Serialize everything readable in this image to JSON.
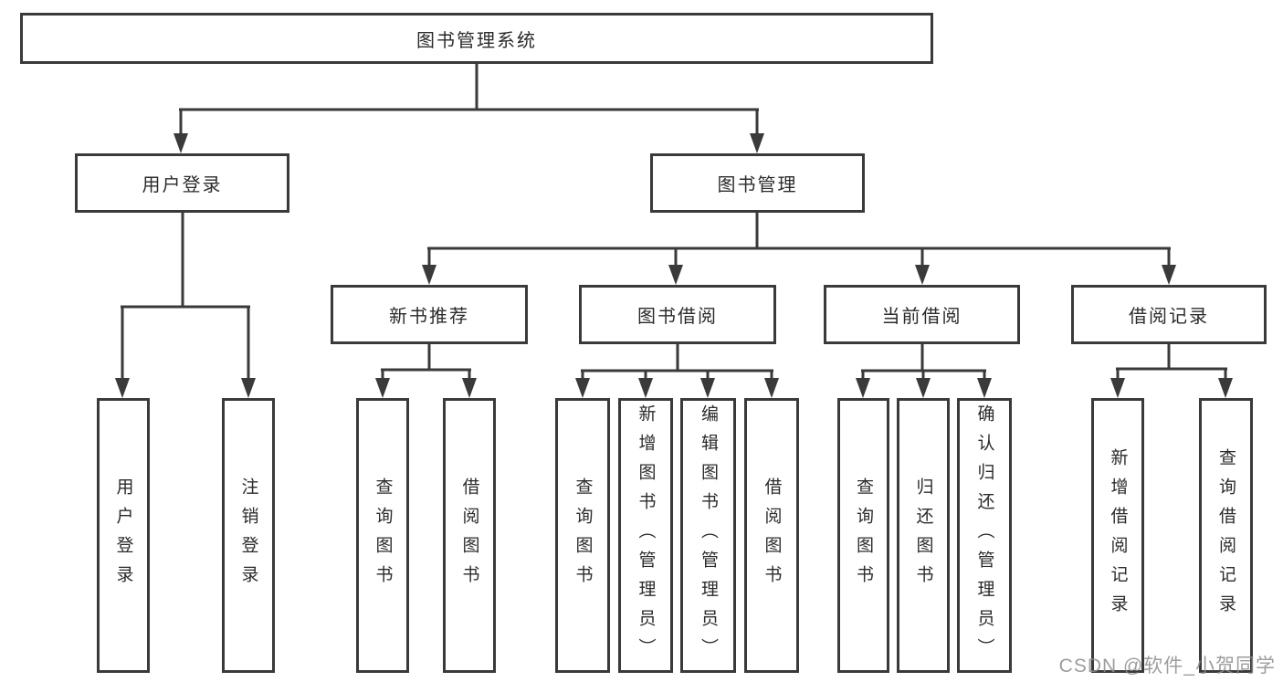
{
  "diagram": {
    "title": "图书管理系统",
    "level2": {
      "user_login": "用户登录",
      "book_management": "图书管理"
    },
    "level3": {
      "new_book_recommend": "新书推荐",
      "book_borrow": "图书借阅",
      "current_borrow": "当前借阅",
      "borrow_records": "借阅记录"
    },
    "leaves": {
      "login": [
        "用户登录",
        "注销登录"
      ],
      "new_book_recommend": [
        "查询图书",
        "借阅图书"
      ],
      "book_borrow": [
        "查询图书",
        "新增图书（管理员）",
        "编辑图书（管理员）",
        "借阅图书"
      ],
      "current_borrow": [
        "查询图书",
        "归还图书",
        "确认归还（管理员）"
      ],
      "borrow_records": [
        "新增借阅记录",
        "查询借阅记录"
      ]
    },
    "watermark": "CSDN @软件_小贺同学"
  },
  "colors": {
    "line": "#3a3a3a",
    "box_border": "#3a3a3a",
    "box_background": "#ffffff",
    "text": "#2b2b2b",
    "watermark": "#8c8c8c",
    "background": "#ffffff"
  }
}
